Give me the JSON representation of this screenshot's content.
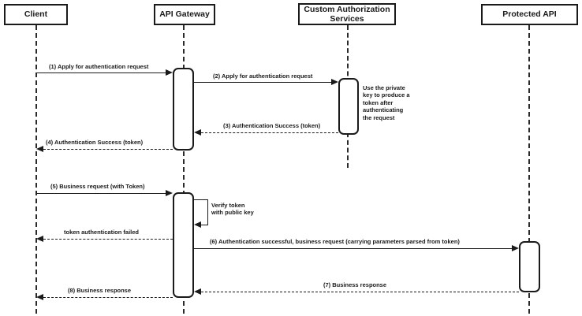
{
  "diagram": {
    "type": "sequence-diagram",
    "title": "API Gateway token authentication flow",
    "colors": {
      "line": "#1a1a1a",
      "background": "#ffffff",
      "text": "#1a1a1a"
    },
    "actors": [
      {
        "id": "client",
        "label": "Client"
      },
      {
        "id": "api-gateway",
        "label": "API Gateway"
      },
      {
        "id": "custom-authorization-services",
        "label": "Custom Authorization Services"
      },
      {
        "id": "protected-api",
        "label": "Protected API"
      }
    ],
    "messages": [
      {
        "seq": 1,
        "from": "client",
        "to": "api-gateway",
        "style": "solid",
        "label": "(1) Apply for authentication request"
      },
      {
        "seq": 2,
        "from": "api-gateway",
        "to": "custom-authorization-services",
        "style": "solid",
        "label": "(2) Apply for authentication request"
      },
      {
        "seq": 3,
        "from": "custom-authorization-services",
        "to": "api-gateway",
        "style": "dashed",
        "label": "(3) Authentication Success (token)"
      },
      {
        "seq": 4,
        "from": "api-gateway",
        "to": "client",
        "style": "dashed",
        "label": "(4) Authentication Success (token)"
      },
      {
        "seq": 5,
        "from": "client",
        "to": "api-gateway",
        "style": "solid",
        "label": "(5) Business request (with Token)"
      },
      {
        "seq": null,
        "from": "api-gateway",
        "to": "client",
        "style": "dashed",
        "label": "token authentication failed"
      },
      {
        "seq": 6,
        "from": "api-gateway",
        "to": "protected-api",
        "style": "solid",
        "label": "(6) Authentication successful, business request (carrying parameters parsed from token)"
      },
      {
        "seq": 7,
        "from": "protected-api",
        "to": "api-gateway",
        "style": "dashed",
        "label": "(7) Business response"
      },
      {
        "seq": 8,
        "from": "api-gateway",
        "to": "client",
        "style": "dashed",
        "label": "(8) Business response"
      }
    ],
    "self_message": {
      "actor": "api-gateway",
      "lines": [
        "Verify token",
        "with public key"
      ]
    },
    "note": {
      "attached_to": "custom-authorization-services",
      "lines": [
        "Use the private",
        "key to produce a",
        "token after",
        "authenticating",
        "the request"
      ]
    }
  }
}
